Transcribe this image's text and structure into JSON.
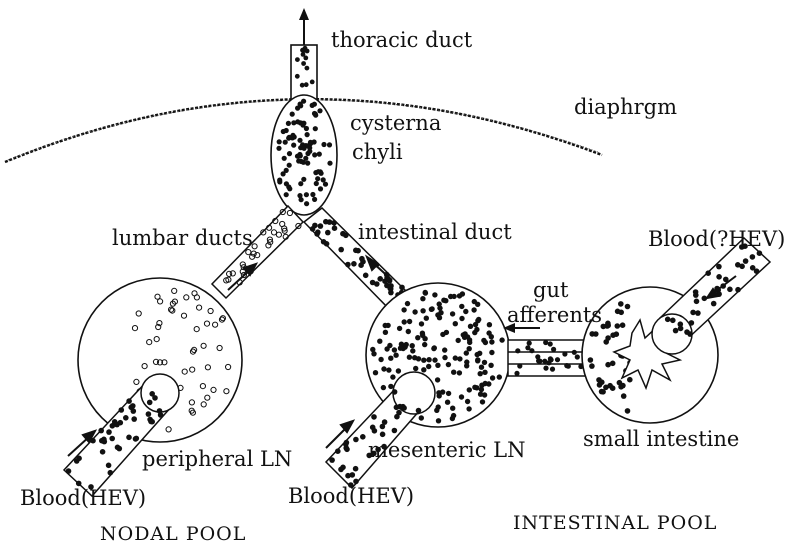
{
  "diagram": {
    "labels": {
      "thoracic_duct": "thoracic duct",
      "diaphragm": "diaphrgm",
      "cysterna": "cysterna",
      "chyli": "chyli",
      "lumbar_ducts": "lumbar ducts",
      "intestinal_duct": "intestinal duct",
      "blood_hev_q": "Blood(?HEV)",
      "gut": "gut",
      "afferents": "afferents",
      "peripheral_ln": "peripheral LN",
      "mesenteric_ln": "mesenteric LN",
      "small_intestine": "small intestine",
      "blood_hev_left": "Blood(HEV)",
      "blood_hev_mid": "Blood(HEV)",
      "nodal_pool": "NODAL POOL",
      "intestinal_pool": "INTESTINAL POOL"
    },
    "colors": {
      "ink": "#111111",
      "stipple": "#888888",
      "background": "#ffffff"
    }
  }
}
